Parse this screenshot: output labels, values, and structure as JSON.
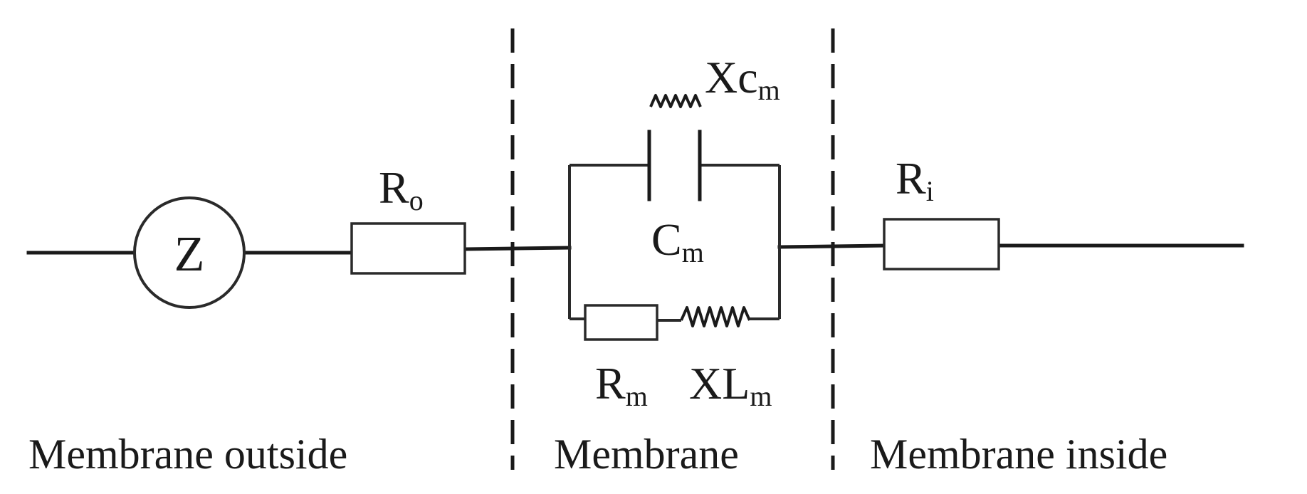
{
  "source": {
    "symbol": "Z"
  },
  "components": {
    "outer_resistor": {
      "base": "R",
      "sub": "o"
    },
    "capacitive_reactance": {
      "base": "Xc",
      "sub": "m"
    },
    "capacitor": {
      "base": "C",
      "sub": "m"
    },
    "inner_resistor": {
      "base": "R",
      "sub": "i"
    },
    "membrane_resistor": {
      "base": "R",
      "sub": "m"
    },
    "inductive_reactance": {
      "base": "XL",
      "sub": "m"
    }
  },
  "regions": {
    "outside": "Membrane outside",
    "membrane": "Membrane",
    "inside": "Membrane inside"
  }
}
